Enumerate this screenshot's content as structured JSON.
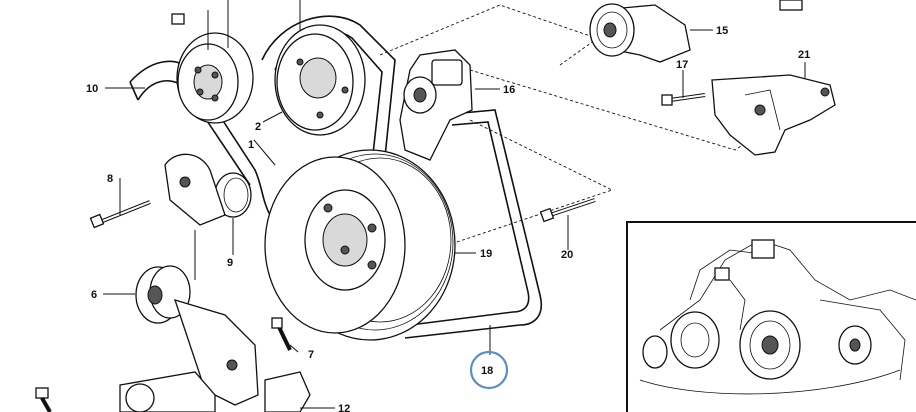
{
  "callouts": [
    {
      "id": "p1",
      "text": "1"
    },
    {
      "id": "p2",
      "text": "2"
    },
    {
      "id": "p6",
      "text": "6"
    },
    {
      "id": "p7",
      "text": "7"
    },
    {
      "id": "p8",
      "text": "8"
    },
    {
      "id": "p9",
      "text": "9"
    },
    {
      "id": "p10",
      "text": "10"
    },
    {
      "id": "p12",
      "text": "12"
    },
    {
      "id": "p15",
      "text": "15"
    },
    {
      "id": "p16",
      "text": "16"
    },
    {
      "id": "p17",
      "text": "17"
    },
    {
      "id": "p18",
      "text": "18"
    },
    {
      "id": "p19",
      "text": "19"
    },
    {
      "id": "p20",
      "text": "20"
    },
    {
      "id": "p21",
      "text": "21"
    }
  ],
  "highlight": {
    "callout": "18",
    "color": "#5b8ec7"
  }
}
